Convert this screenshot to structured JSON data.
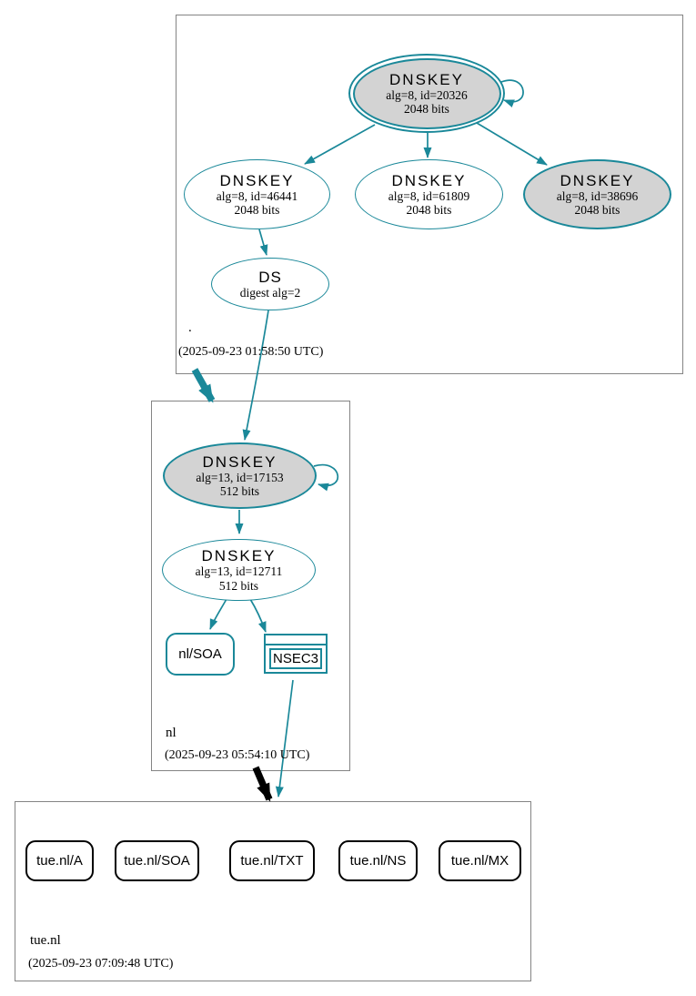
{
  "colors": {
    "teal": "#1a8899",
    "node_fill_gray": "#d3d3d3",
    "zone_box_border": "#848484",
    "insecure_black": "#000000"
  },
  "zones": {
    "root": {
      "label": ".",
      "timestamp": "(2025-09-23 01:58:50 UTC)"
    },
    "nl": {
      "label": "nl",
      "timestamp": "(2025-09-23 05:54:10 UTC)"
    },
    "tue_nl": {
      "label": "tue.nl",
      "timestamp": "(2025-09-23 07:09:48 UTC)"
    }
  },
  "nodes": {
    "root_ksk": {
      "type": "DNSKEY",
      "detail": "alg=8, id=20326",
      "bits": "2048 bits"
    },
    "root_key_46441": {
      "type": "DNSKEY",
      "detail": "alg=8, id=46441",
      "bits": "2048 bits"
    },
    "root_key_61809": {
      "type": "DNSKEY",
      "detail": "alg=8, id=61809",
      "bits": "2048 bits"
    },
    "root_key_38696": {
      "type": "DNSKEY",
      "detail": "alg=8, id=38696",
      "bits": "2048 bits"
    },
    "root_ds": {
      "type": "DS",
      "detail": "digest alg=2"
    },
    "nl_ksk": {
      "type": "DNSKEY",
      "detail": "alg=13, id=17153",
      "bits": "512 bits"
    },
    "nl_zsk": {
      "type": "DNSKEY",
      "detail": "alg=13, id=12711",
      "bits": "512 bits"
    },
    "nl_soa": {
      "label": "nl/SOA"
    },
    "nl_nsec3": {
      "label": "NSEC3"
    },
    "tue_rrsets": [
      "tue.nl/A",
      "tue.nl/SOA",
      "tue.nl/TXT",
      "tue.nl/NS",
      "tue.nl/MX"
    ]
  }
}
